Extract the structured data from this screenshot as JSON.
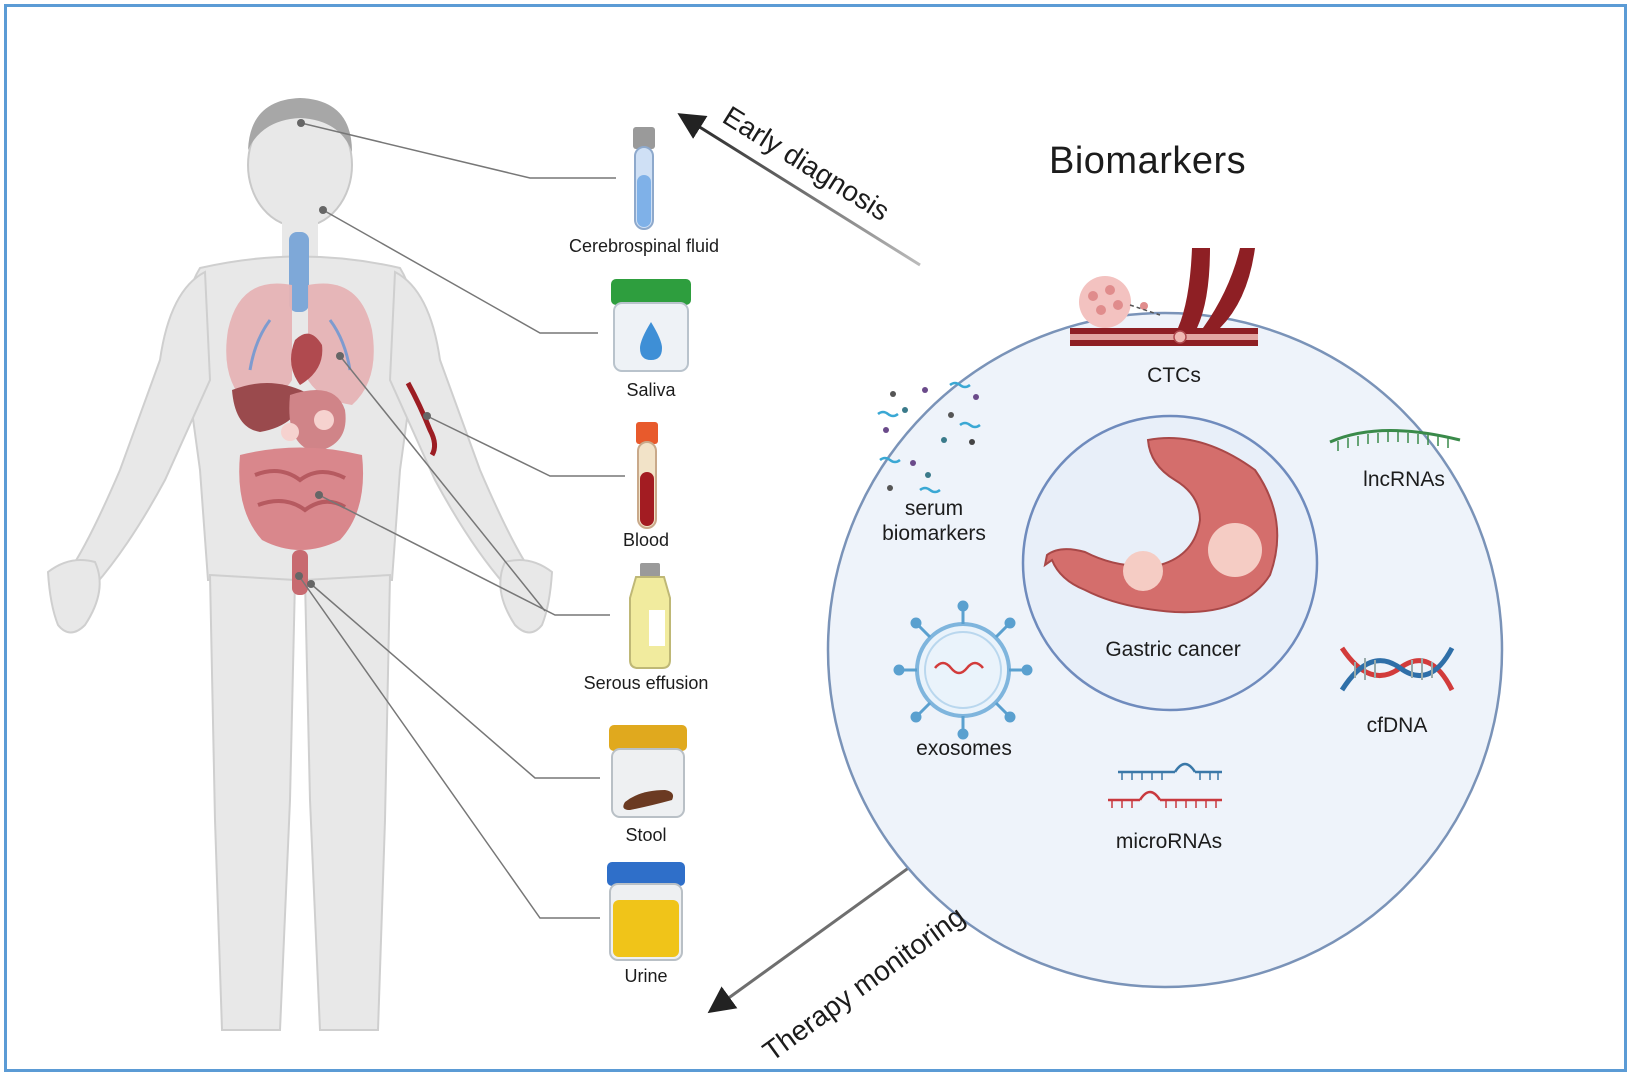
{
  "title": "Biomarkers",
  "arrows": {
    "early": "Early diagnosis",
    "therapy": "Therapy monitoring"
  },
  "samples": [
    {
      "label": "Cerebrospinal fluid",
      "icon": "test-tube-icon"
    },
    {
      "label": "Saliva",
      "icon": "saliva-jar-icon"
    },
    {
      "label": "Blood",
      "icon": "blood-tube-icon"
    },
    {
      "label": "Serous effusion",
      "icon": "bottle-icon"
    },
    {
      "label": "Stool",
      "icon": "stool-jar-icon"
    },
    {
      "label": "Urine",
      "icon": "urine-cup-icon"
    }
  ],
  "biomarkers": {
    "center": "Gastric cancer",
    "ctcs": "CTCs",
    "serum": "serum\nbiomarkers",
    "lncrnas": "lncRNAs",
    "cfdna": "cfDNA",
    "exosomes": "exosomes",
    "micrornas": "microRNAs"
  },
  "colors": {
    "frame": "#5b9bd5",
    "circle_fill": "#eef3fa",
    "circle_stroke": "#7a93b8",
    "body": "#e6e6e6",
    "organ": "#d9878c",
    "blood": "#9c1d23",
    "saliva_lid": "#2e9e3e",
    "stool_lid": "#e0a91e",
    "urine_lid": "#2f6fc9",
    "urine": "#f0c419"
  }
}
